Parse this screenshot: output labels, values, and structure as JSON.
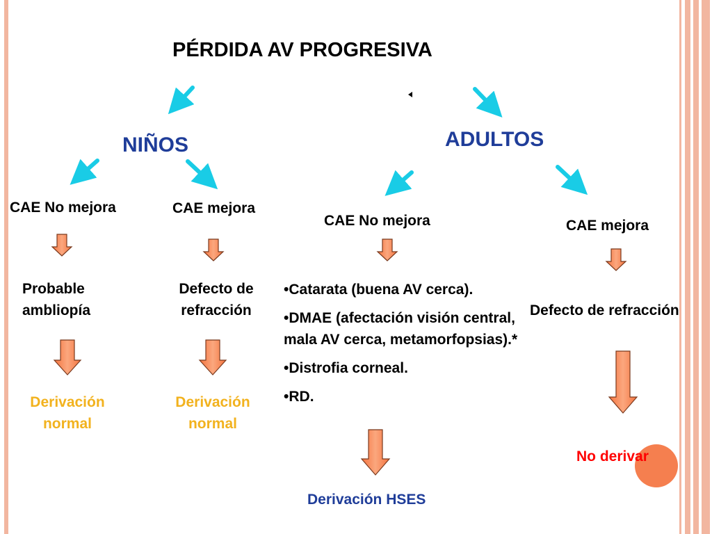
{
  "title": "PÉRDIDA AV PROGRESIVA",
  "ninos": {
    "label": "NIÑOS",
    "no_mejora": {
      "label": "CAE No mejora",
      "result": [
        "Probable",
        "ambliopía"
      ],
      "referral": [
        "Derivación",
        "normal"
      ]
    },
    "mejora": {
      "label": "CAE mejora",
      "result": [
        "Defecto de",
        "refracción"
      ],
      "referral": [
        "Derivación",
        "normal"
      ]
    }
  },
  "adultos": {
    "label": "ADULTOS",
    "no_mejora": {
      "label": "CAE No mejora",
      "causes": [
        "Catarata (buena AV cerca).",
        "DMAE (afectación visión central, mala AV cerca, metamorfopsias).*",
        "Distrofia corneal.",
        "RD."
      ],
      "referral": "Derivación HSES"
    },
    "mejora": {
      "label": "CAE mejora",
      "result": "Defecto de refracción",
      "referral": "No derivar"
    }
  },
  "colors": {
    "arrow_cyan": "#19cce6",
    "arrow_orange": "#f57f4f",
    "heading_blue": "#1f3d99",
    "referral_gold": "#f2b21e",
    "no_derivar_red": "#ff0000",
    "stripe_salmon": "#f2b6a0"
  }
}
